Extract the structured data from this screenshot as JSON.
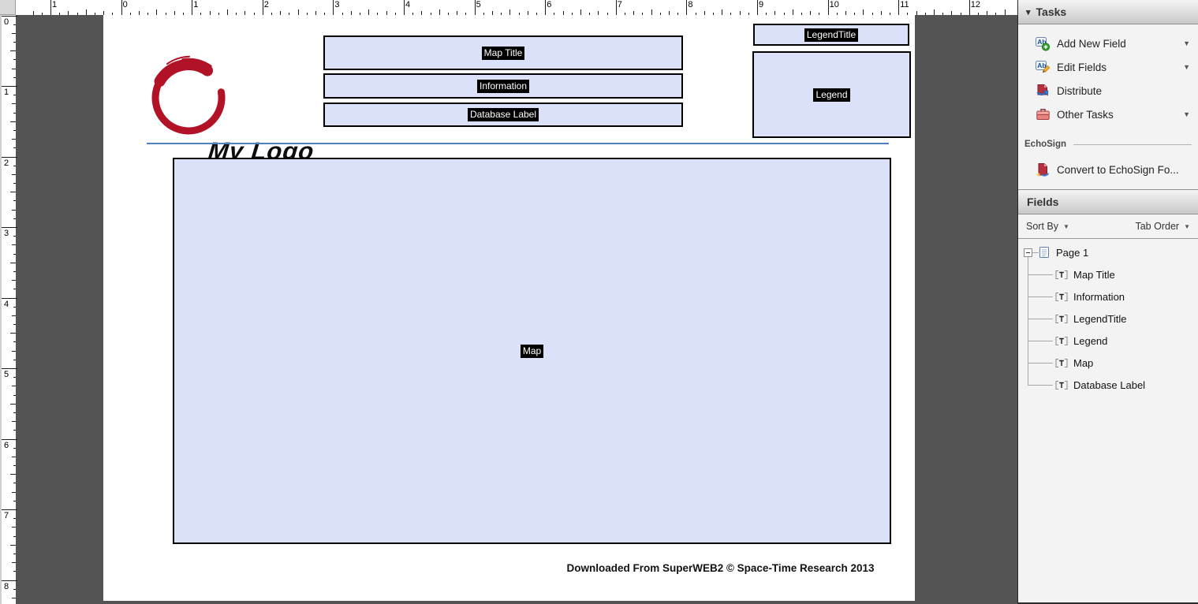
{
  "colors": {
    "pasteboard": "#545454",
    "field_fill": "#dce1fa",
    "divider_blue": "#4f81bd",
    "logo_red": "#b11226"
  },
  "rulers": {
    "horizontal_labels": [
      "1",
      "0",
      "1",
      "2",
      "3",
      "4",
      "5",
      "6",
      "7",
      "8",
      "9",
      "10",
      "11",
      "12"
    ],
    "vertical_labels": [
      "0",
      "1",
      "2",
      "3",
      "4",
      "5",
      "6",
      "7",
      "8"
    ]
  },
  "page": {
    "logo_text": "My Logo",
    "form_fields": [
      {
        "name": "map-title-field",
        "label": "Map Title"
      },
      {
        "name": "information-field",
        "label": "Information"
      },
      {
        "name": "database-label-field",
        "label": "Database Label"
      },
      {
        "name": "legend-title-field",
        "label": "LegendTitle"
      },
      {
        "name": "legend-field",
        "label": "Legend"
      },
      {
        "name": "map-field",
        "label": "Map"
      }
    ],
    "footer_text": "Downloaded From SuperWEB2 © Space-Time Research 2013"
  },
  "tasks_panel": {
    "title": "Tasks",
    "items": [
      {
        "label": "Add New Field",
        "icon": "add-new-field-icon",
        "has_dropdown": true
      },
      {
        "label": "Edit Fields",
        "icon": "edit-fields-icon",
        "has_dropdown": true
      },
      {
        "label": "Distribute",
        "icon": "distribute-icon",
        "has_dropdown": false
      },
      {
        "label": "Other Tasks",
        "icon": "other-tasks-icon",
        "has_dropdown": true
      }
    ],
    "echosign_heading": "EchoSign",
    "echosign_item": {
      "label": "Convert to EchoSign Fo...",
      "icon": "convert-echosign-icon"
    }
  },
  "fields_panel": {
    "title": "Fields",
    "sort_by_label": "Sort By",
    "tab_order_label": "Tab Order",
    "tree": {
      "root_label": "Page 1",
      "items": [
        "Map Title",
        "Information",
        "LegendTitle",
        "Legend",
        "Map",
        "Database Label"
      ]
    }
  }
}
